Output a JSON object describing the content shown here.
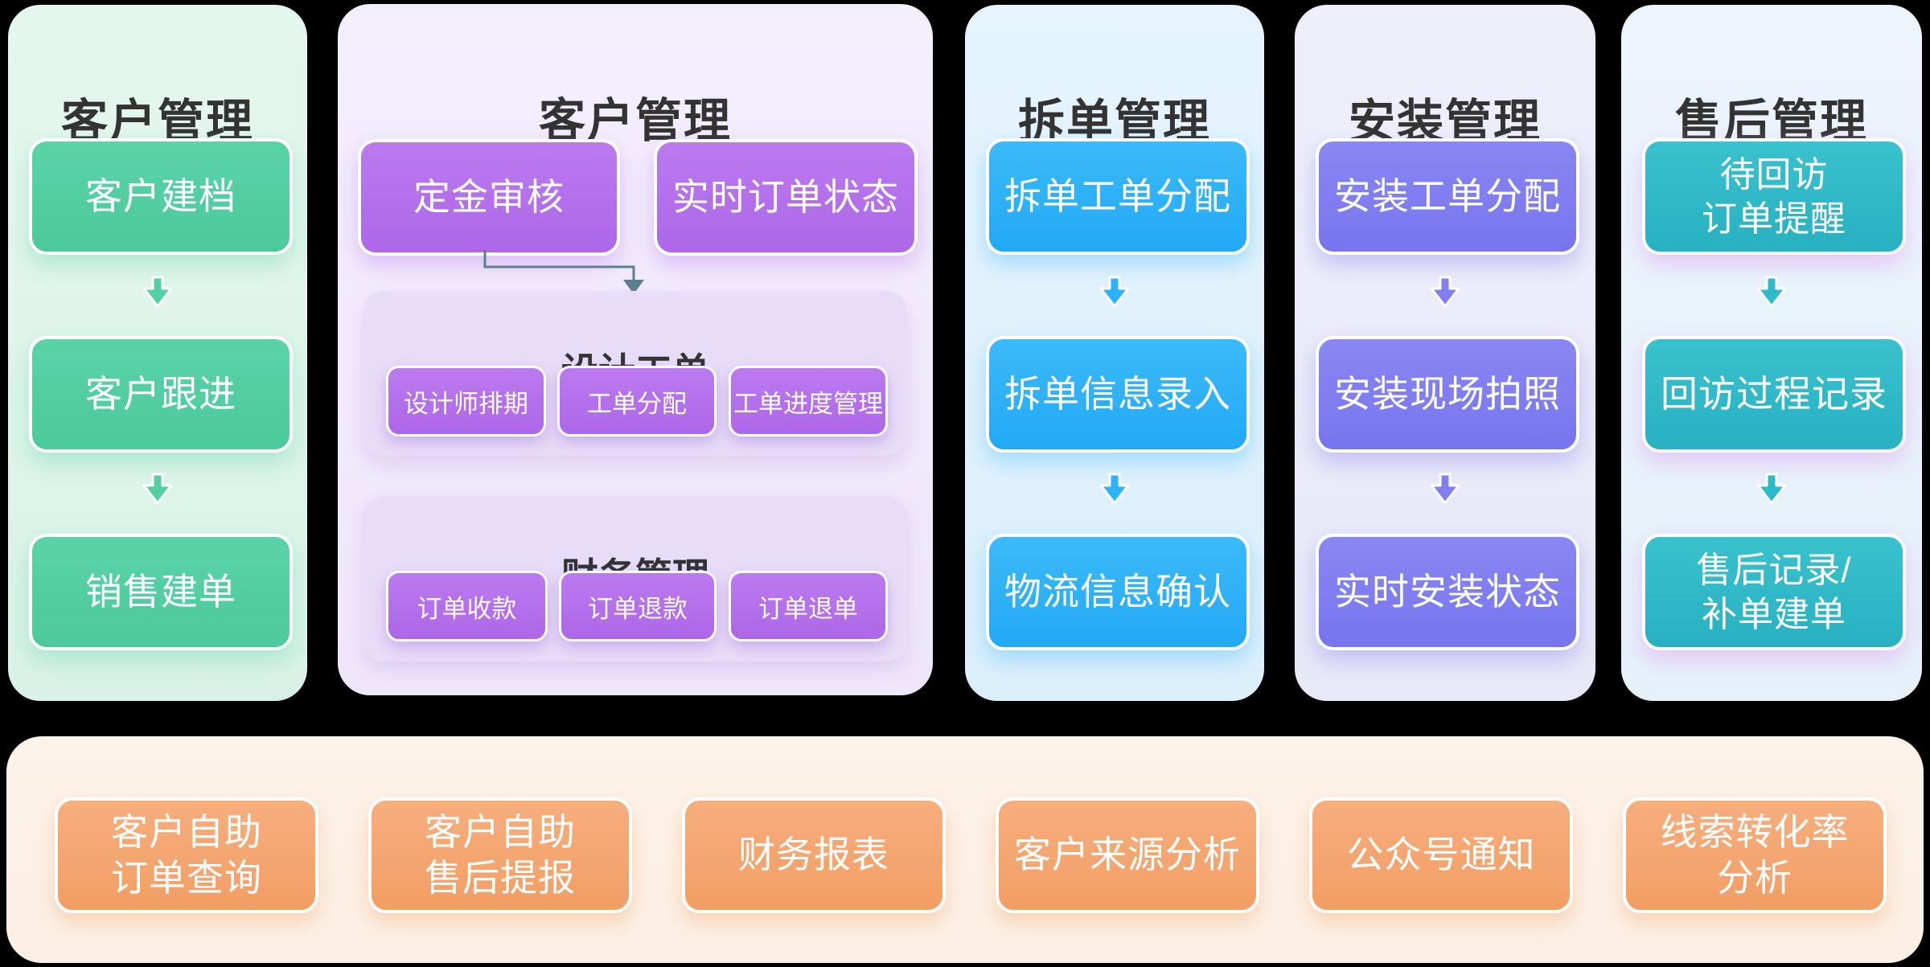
{
  "panels": [
    {
      "title": "客户管理",
      "flow": [
        "客户建档",
        "客户跟进",
        "销售建单"
      ]
    },
    {
      "title": "客户管理",
      "top_boxes": [
        "定金审核",
        "实时订单状态"
      ],
      "subpanels": [
        {
          "title": "设计工单",
          "items": [
            "设计师排期",
            "工单分配",
            "工单进度管理"
          ]
        },
        {
          "title": "财务管理",
          "items": [
            "订单收款",
            "订单退款",
            "订单退单"
          ]
        }
      ]
    },
    {
      "title": "拆单管理",
      "flow": [
        "拆单工单分配",
        "拆单信息录入",
        "物流信息确认"
      ]
    },
    {
      "title": "安装管理",
      "flow": [
        "安装工单分配",
        "安装现场拍照",
        "实时安装状态"
      ]
    },
    {
      "title": "售后管理",
      "flow": [
        "待回访\n订单提醒",
        "回访过程记录",
        "售后记录/\n补单建单"
      ]
    }
  ],
  "bottom_panel": {
    "items": [
      "客户自助\n订单查询",
      "客户自助\n售后提报",
      "财务报表",
      "客户来源分析",
      "公众号通知",
      "线索转化率\n分析"
    ]
  },
  "colors": {
    "green": "#53cfa4",
    "purple": "#b476ec",
    "blue": "#2db3f9",
    "periwinkle": "#8280f0",
    "teal": "#2fbac9",
    "orange": "#f5a873",
    "connector": "#5d7e90",
    "title_text": "#333333",
    "node_text": "#ffffff"
  }
}
